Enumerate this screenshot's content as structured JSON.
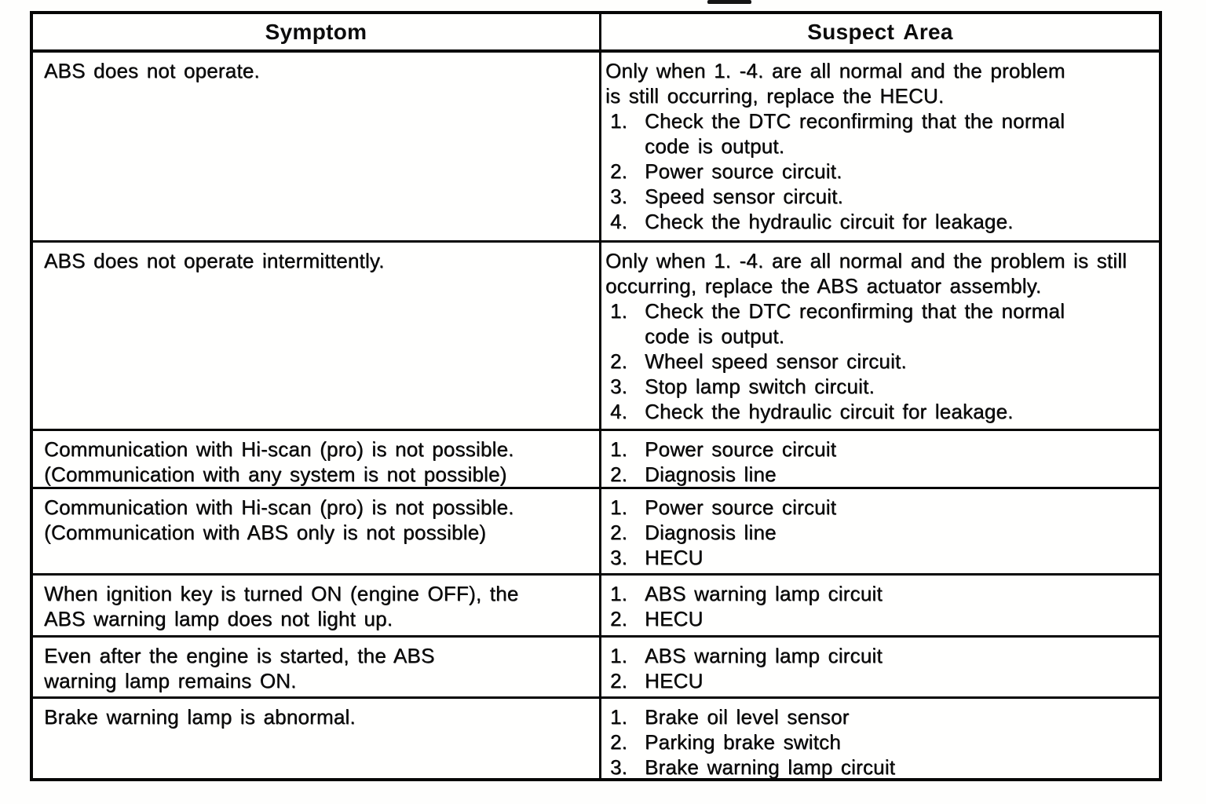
{
  "table": {
    "columns": [
      "Symptom",
      "Suspect Area"
    ],
    "rows": [
      {
        "symptom": [
          "ABS does not operate."
        ],
        "suspect": {
          "intro": [
            "Only when 1. -4. are all normal and the problem",
            "is still occurring, replace the HECU."
          ],
          "items": [
            {
              "num": "1.",
              "text": [
                "Check the DTC reconfirming that the normal",
                "code is output."
              ]
            },
            {
              "num": "2.",
              "text": [
                "Power source circuit."
              ]
            },
            {
              "num": "3.",
              "text": [
                "Speed sensor circuit."
              ]
            },
            {
              "num": "4.",
              "text": [
                "Check the hydraulic circuit for leakage."
              ]
            }
          ]
        }
      },
      {
        "symptom": [
          "ABS does not operate intermittently."
        ],
        "suspect": {
          "intro": [
            "Only when 1. -4. are all normal and the problem is still",
            "occurring, replace the ABS actuator assembly."
          ],
          "items": [
            {
              "num": "1.",
              "text": [
                "Check the DTC reconfirming that the normal",
                "code is output."
              ]
            },
            {
              "num": "2.",
              "text": [
                "Wheel speed sensor circuit."
              ]
            },
            {
              "num": "3.",
              "text": [
                "Stop lamp switch circuit."
              ]
            },
            {
              "num": "4.",
              "text": [
                "Check the hydraulic circuit for leakage."
              ]
            }
          ]
        }
      },
      {
        "symptom": [
          "Communication with Hi-scan (pro) is not possible.",
          "(Communication with any system is not possible)"
        ],
        "suspect": {
          "items": [
            {
              "num": "1.",
              "text": [
                "Power source circuit"
              ]
            },
            {
              "num": "2.",
              "text": [
                "Diagnosis line"
              ]
            }
          ]
        }
      },
      {
        "symptom": [
          "Communication with Hi-scan (pro) is not possible.",
          "(Communication with ABS only is not possible)"
        ],
        "suspect": {
          "items": [
            {
              "num": "1.",
              "text": [
                "Power source circuit"
              ]
            },
            {
              "num": "2.",
              "text": [
                "Diagnosis line"
              ]
            },
            {
              "num": "3.",
              "text": [
                "HECU"
              ]
            }
          ]
        }
      },
      {
        "symptom": [
          "When ignition key is turned ON (engine OFF), the",
          "ABS warning lamp does not light up."
        ],
        "suspect": {
          "items": [
            {
              "num": "1.",
              "text": [
                "ABS warning lamp circuit"
              ]
            },
            {
              "num": "2.",
              "text": [
                "HECU"
              ]
            }
          ]
        }
      },
      {
        "symptom": [
          "Even after the engine is started, the ABS",
          "warning lamp remains ON."
        ],
        "suspect": {
          "items": [
            {
              "num": "1.",
              "text": [
                "ABS warning lamp circuit"
              ]
            },
            {
              "num": "2.",
              "text": [
                "HECU"
              ]
            }
          ]
        }
      },
      {
        "symptom": [
          "Brake warning lamp is abnormal."
        ],
        "suspect": {
          "items": [
            {
              "num": "1.",
              "text": [
                "Brake oil level sensor"
              ]
            },
            {
              "num": "2.",
              "text": [
                "Parking brake switch"
              ]
            },
            {
              "num": "3.",
              "text": [
                "Brake warning lamp circuit"
              ]
            }
          ]
        }
      }
    ]
  }
}
